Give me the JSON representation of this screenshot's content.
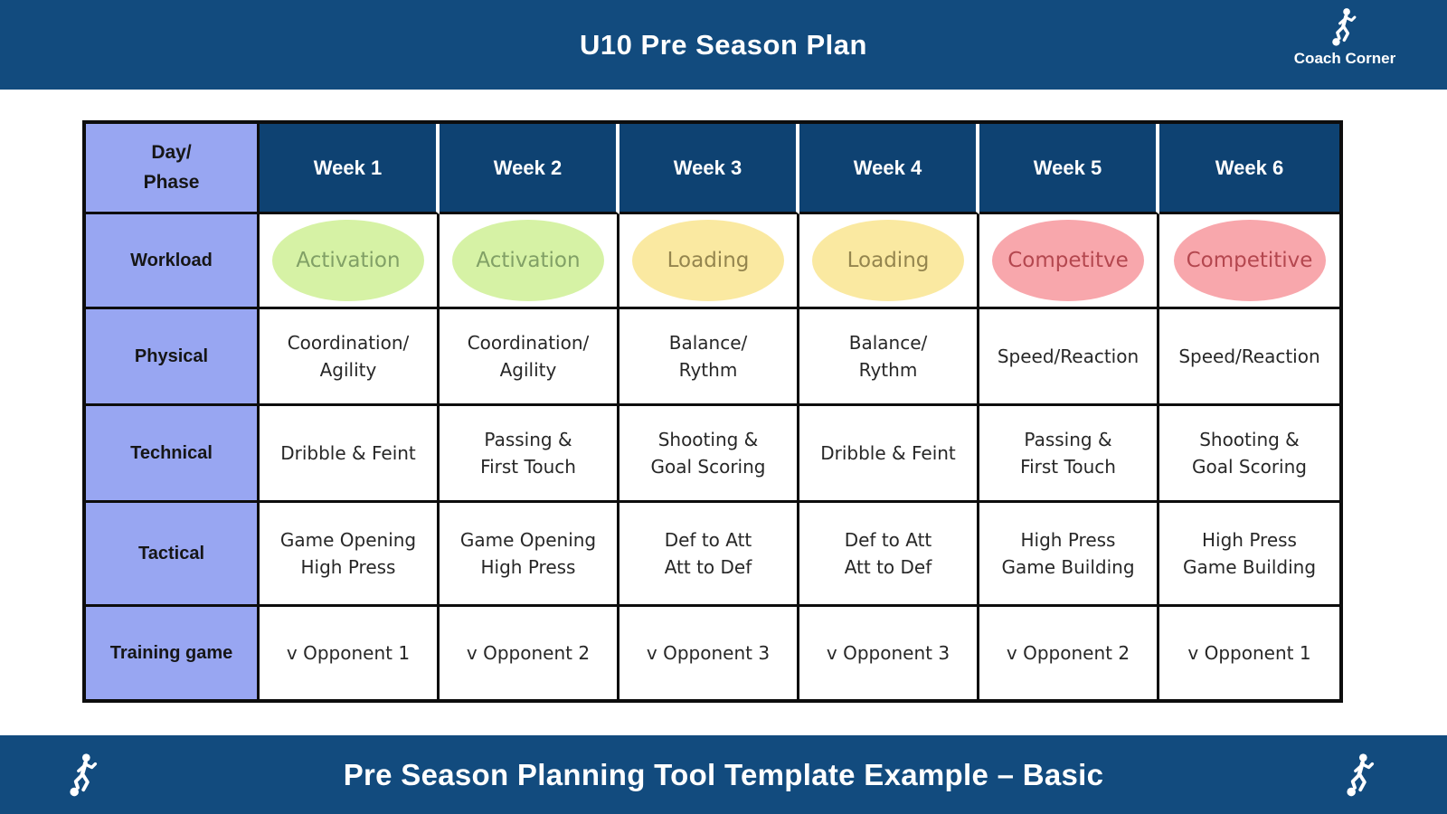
{
  "header": {
    "title": "U10 Pre Season Plan",
    "brand_name": "Coach Corner"
  },
  "footer": {
    "caption": "Pre Season Planning Tool Template Example – Basic"
  },
  "colors": {
    "banner_blue": "#124b7e",
    "table_header_navy": "#0e4272",
    "row_label_purple": "#98a6f2",
    "workload_green_fill": "#d6f2a5",
    "workload_green_text": "#81a066",
    "workload_yellow_fill": "#fae9a1",
    "workload_yellow_text": "#94854e",
    "workload_red_fill": "#f8a7ac",
    "workload_red_text": "#b4474f"
  },
  "table": {
    "corner_label": "Day/\nPhase",
    "week_headers": [
      "Week 1",
      "Week 2",
      "Week 3",
      "Week 4",
      "Week 5",
      "Week 6"
    ],
    "rows": [
      {
        "label": "Workload",
        "cells": [
          {
            "text": "Activation",
            "fill": "#d6f2a5",
            "text_color": "#81a066"
          },
          {
            "text": "Activation",
            "fill": "#d6f2a5",
            "text_color": "#81a066"
          },
          {
            "text": "Loading",
            "fill": "#fae9a1",
            "text_color": "#94854e"
          },
          {
            "text": "Loading",
            "fill": "#fae9a1",
            "text_color": "#94854e"
          },
          {
            "text": "Competitve",
            "fill": "#f8a7ac",
            "text_color": "#b4474f"
          },
          {
            "text": "Competitive",
            "fill": "#f8a7ac",
            "text_color": "#b4474f"
          }
        ]
      },
      {
        "label": "Physical",
        "cells": [
          {
            "text": "Coordination/\nAgility"
          },
          {
            "text": "Coordination/\nAgility"
          },
          {
            "text": "Balance/\nRythm"
          },
          {
            "text": "Balance/\nRythm"
          },
          {
            "text": "Speed/Reaction"
          },
          {
            "text": "Speed/Reaction"
          }
        ]
      },
      {
        "label": "Technical",
        "cells": [
          {
            "text": "Dribble & Feint"
          },
          {
            "text": "Passing &\nFirst Touch"
          },
          {
            "text": "Shooting &\nGoal Scoring"
          },
          {
            "text": "Dribble & Feint"
          },
          {
            "text": "Passing &\nFirst Touch"
          },
          {
            "text": "Shooting &\nGoal Scoring"
          }
        ]
      },
      {
        "label": "Tactical",
        "cells": [
          {
            "text": "Game Opening\nHigh Press"
          },
          {
            "text": "Game Opening\nHigh Press"
          },
          {
            "text": "Def to Att\nAtt to Def"
          },
          {
            "text": "Def to Att\nAtt to Def"
          },
          {
            "text": "High Press\nGame Building"
          },
          {
            "text": "High Press\nGame Building"
          }
        ]
      },
      {
        "label": "Training game",
        "cells": [
          {
            "text": "v Opponent 1"
          },
          {
            "text": "v Opponent 2"
          },
          {
            "text": "v Opponent 3"
          },
          {
            "text": "v Opponent 3"
          },
          {
            "text": "v Opponent 2"
          },
          {
            "text": "v Opponent 1"
          }
        ]
      }
    ]
  }
}
